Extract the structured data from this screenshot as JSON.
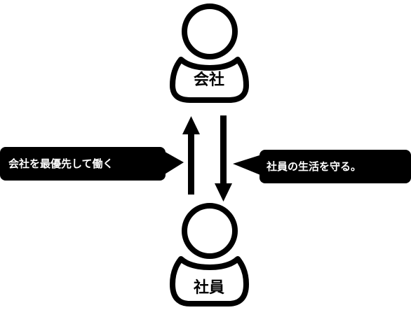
{
  "colors": {
    "ink": "#000000",
    "paper": "#ffffff"
  },
  "company": {
    "label": "会社",
    "icon": "person-icon"
  },
  "employee": {
    "label": "社員",
    "icon": "person-icon"
  },
  "employee_to_company": {
    "text": "会社を最優先して働く"
  },
  "company_to_employee": {
    "text": "社員の生活を守る。"
  }
}
